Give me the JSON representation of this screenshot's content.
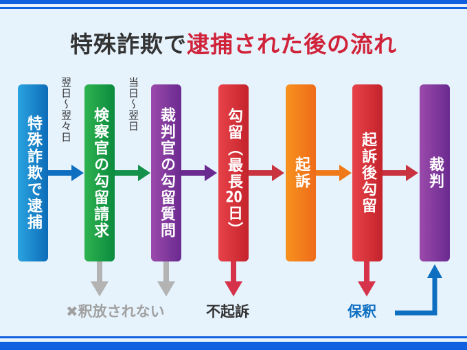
{
  "title": {
    "part1": "特殊詐欺で",
    "part2": "逮捕された後の流れ"
  },
  "steps": [
    {
      "label": "特殊詐欺で逮捕",
      "color": "#1a7fcf"
    },
    {
      "label": "検察官の勾留請求",
      "color": "#1e9a45"
    },
    {
      "label": "裁判官の勾留質問",
      "color": "#7b3a9a"
    },
    {
      "label_a": "勾留（最長",
      "label_num": "20",
      "label_b": "日）",
      "color": "#d8333a"
    },
    {
      "label": "起訴",
      "color": "#f07a1a"
    },
    {
      "label": "起訴後勾留",
      "color": "#d8333a"
    },
    {
      "label": "裁判",
      "color": "#7b3a9a"
    }
  ],
  "notes": [
    "翌日～翌々日",
    "当日～翌日"
  ],
  "outcomes": {
    "not_released": "釈放されない",
    "not_released_icon": "x-mark-icon",
    "non_prosecution": "不起訴",
    "bail": "保釈"
  }
}
